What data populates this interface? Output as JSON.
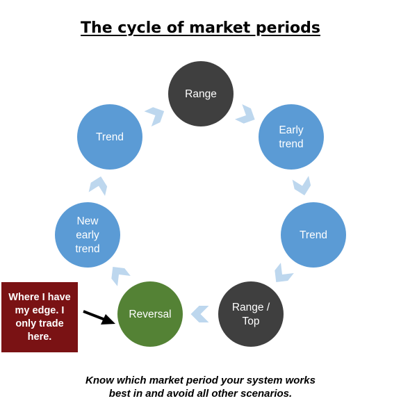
{
  "title": "The cycle of market periods",
  "nodes": [
    {
      "lines": [
        "Range"
      ],
      "fill": "#3f3f3f"
    },
    {
      "lines": [
        "Early",
        "trend"
      ],
      "fill": "#5b9bd5"
    },
    {
      "lines": [
        "Trend"
      ],
      "fill": "#5b9bd5"
    },
    {
      "lines": [
        "Range /",
        "Top"
      ],
      "fill": "#3f3f3f"
    },
    {
      "lines": [
        "Reversal"
      ],
      "fill": "#548235"
    },
    {
      "lines": [
        "New",
        "early",
        "trend"
      ],
      "fill": "#5b9bd5"
    },
    {
      "lines": [
        "Trend"
      ],
      "fill": "#5b9bd5"
    }
  ],
  "callout": {
    "text": "Where I have my edge. I only trade here.",
    "background": "#7a1214"
  },
  "caption": {
    "line1": "Know which market period your system works",
    "line2": "best in and avoid all other scenarios."
  },
  "colors": {
    "connector_arrow": "#bdd7ee",
    "pointer_arrow": "#000000"
  }
}
